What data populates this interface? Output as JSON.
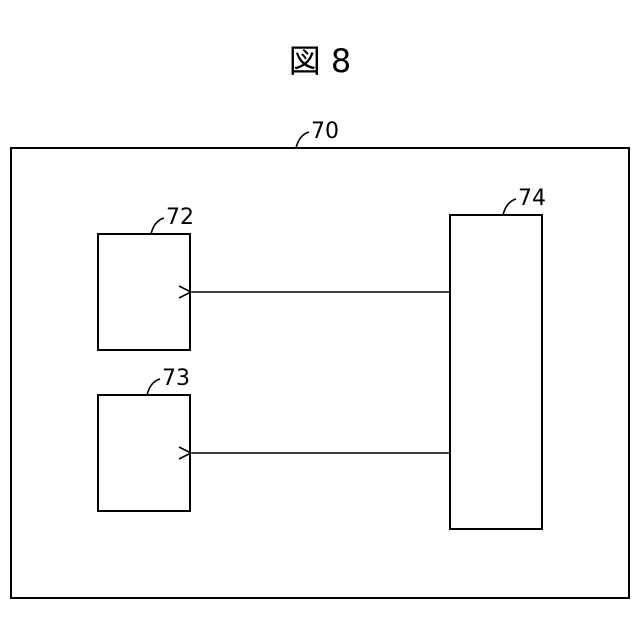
{
  "figure": {
    "title": "図 8"
  },
  "components": {
    "outer": {
      "ref": "70"
    },
    "box_top": {
      "ref": "72"
    },
    "box_bottom": {
      "ref": "73"
    },
    "box_right": {
      "ref": "74"
    }
  }
}
